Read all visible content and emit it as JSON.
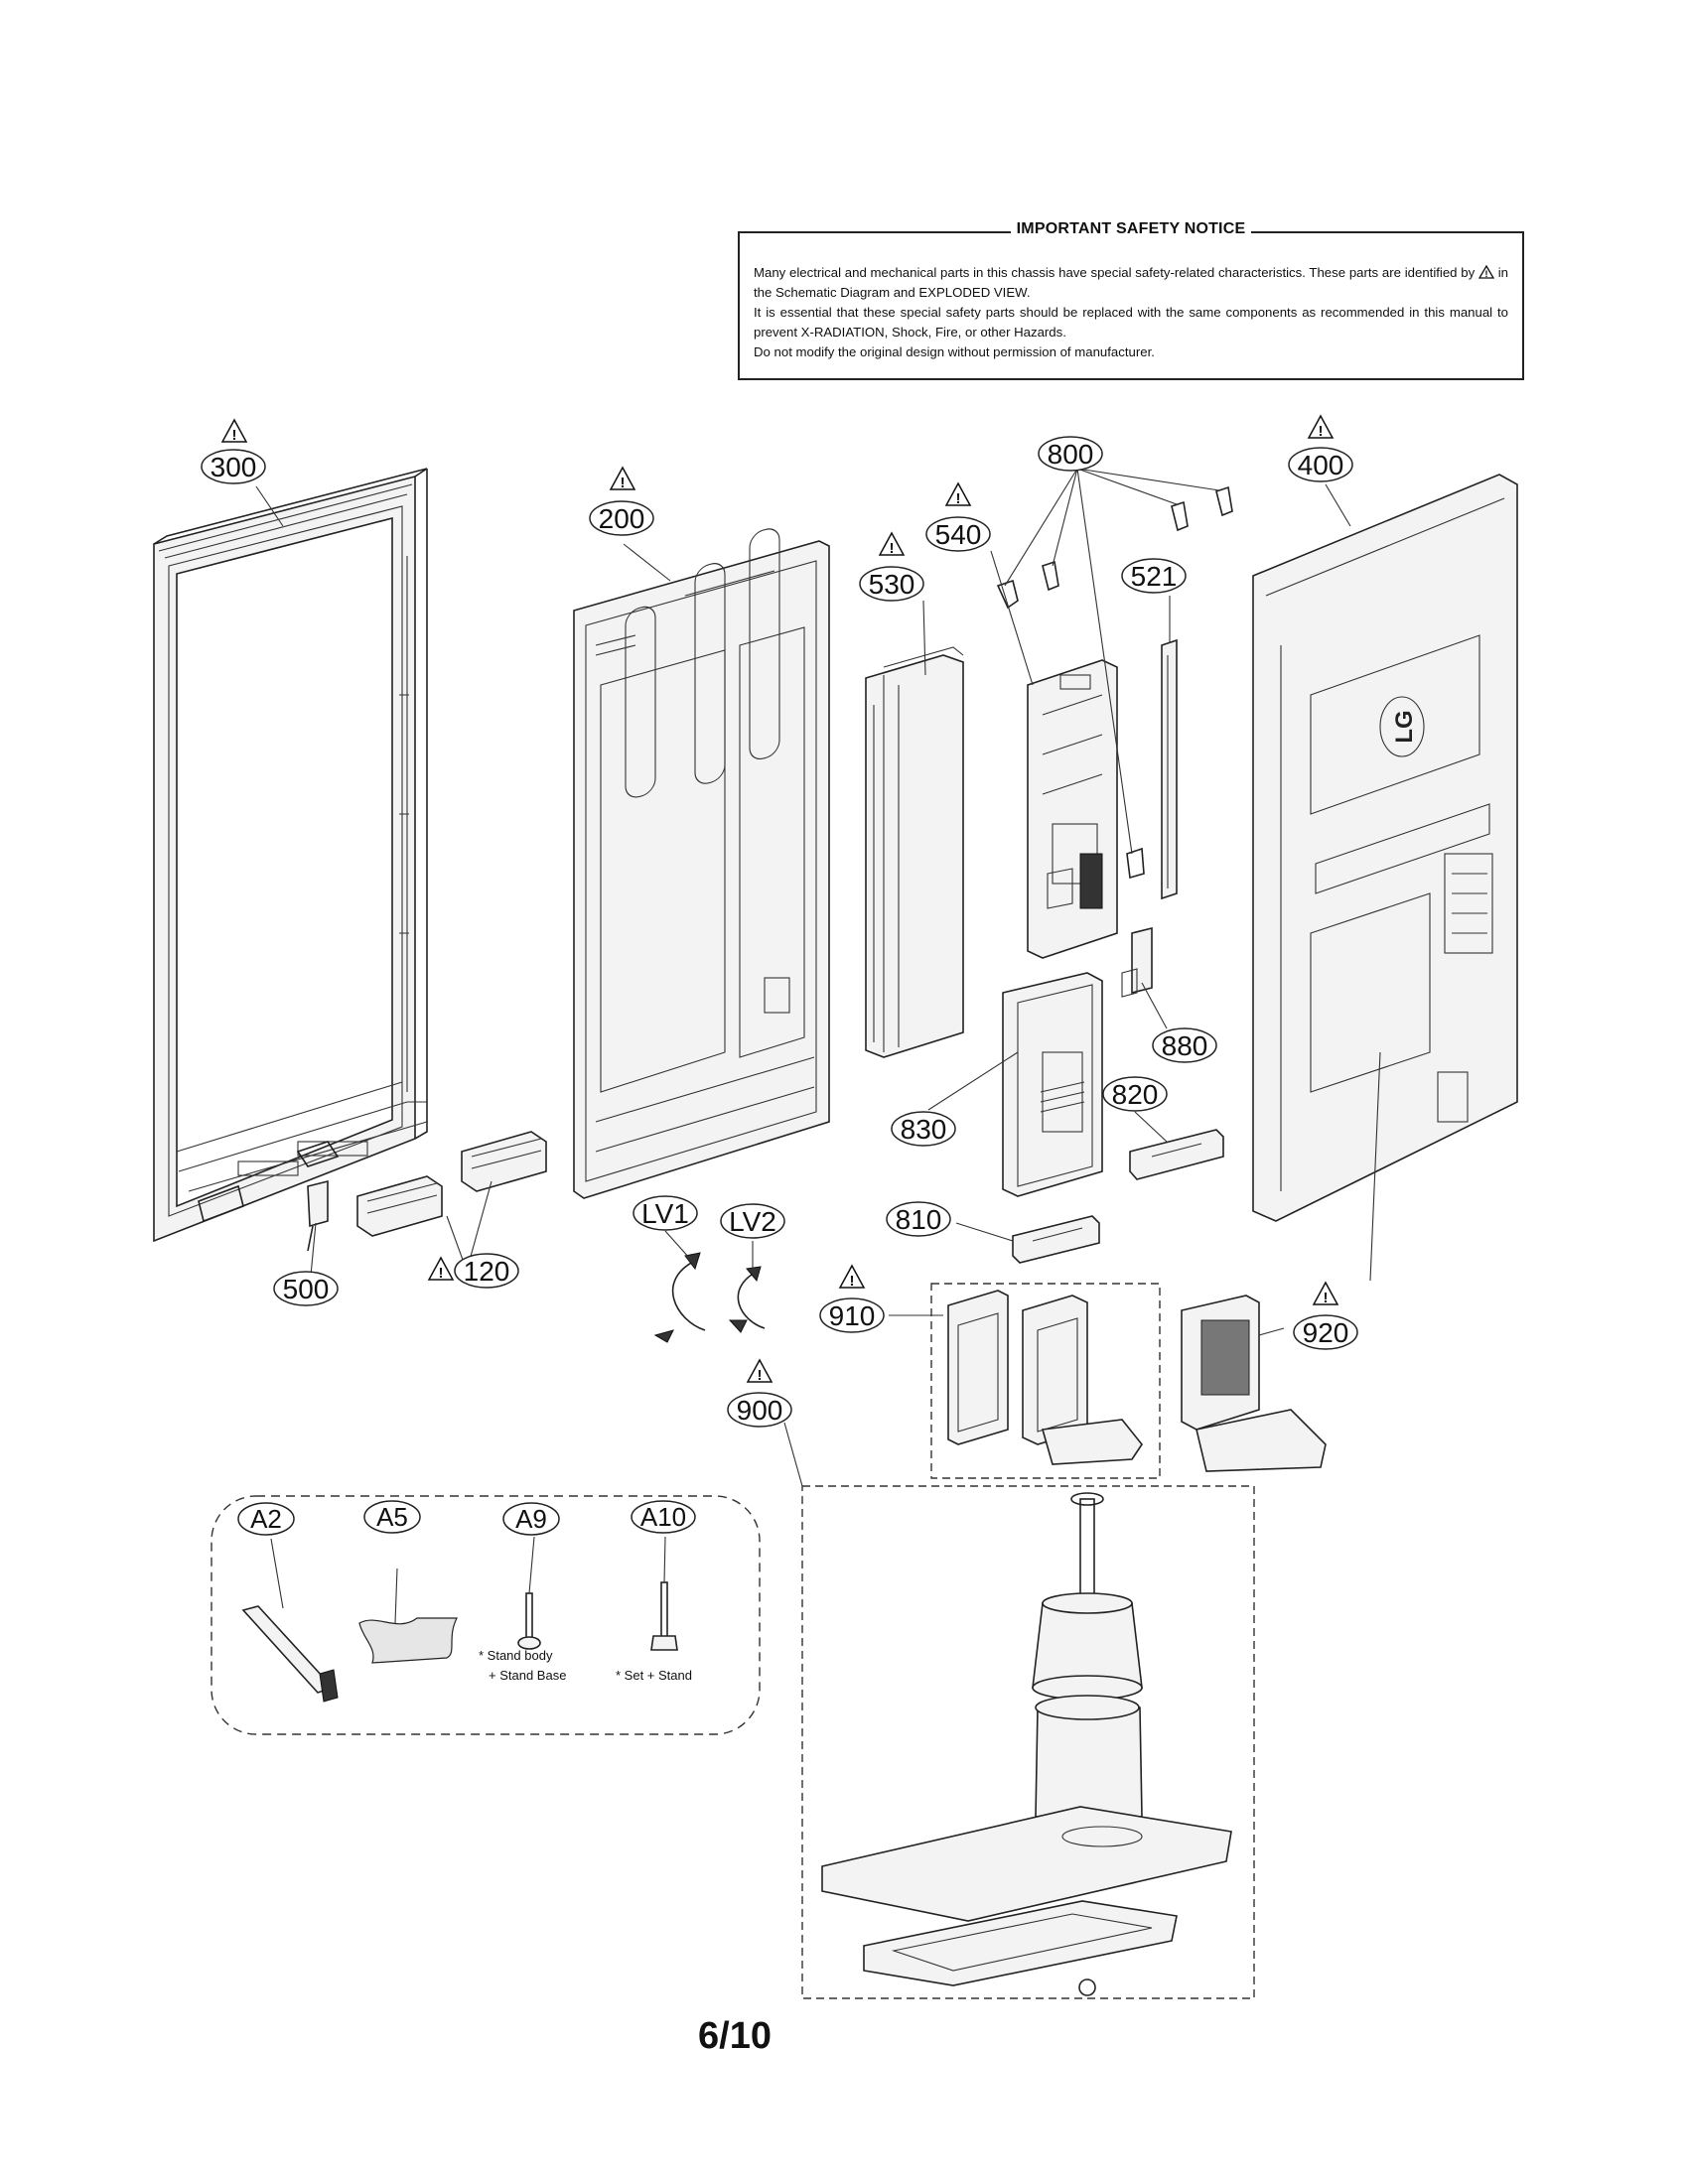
{
  "safety_notice": {
    "title": "IMPORTANT SAFETY NOTICE",
    "lines": [
      "Many electrical and mechanical parts in this chassis have special safety-related characteristics. These parts are identified by",
      "in the Schematic Diagram and EXPLODED VIEW.",
      "It is essential that these special safety parts should be replaced with the same components as recommended in this manual to prevent X-RADIATION, Shock, Fire, or other Hazards.",
      "Do not modify the original design without permission of manufacturer."
    ],
    "warning_symbol": "warning-triangle-icon"
  },
  "parts": [
    {
      "id": "300",
      "label": "300",
      "safety": true
    },
    {
      "id": "200",
      "label": "200",
      "safety": true
    },
    {
      "id": "530",
      "label": "530",
      "safety": true
    },
    {
      "id": "540",
      "label": "540",
      "safety": true
    },
    {
      "id": "800",
      "label": "800",
      "safety": false
    },
    {
      "id": "521",
      "label": "521",
      "safety": false
    },
    {
      "id": "400",
      "label": "400",
      "safety": true
    },
    {
      "id": "880",
      "label": "880",
      "safety": false
    },
    {
      "id": "820",
      "label": "820",
      "safety": false
    },
    {
      "id": "830",
      "label": "830",
      "safety": false
    },
    {
      "id": "810",
      "label": "810",
      "safety": false
    },
    {
      "id": "500",
      "label": "500",
      "safety": false
    },
    {
      "id": "120",
      "label": "120",
      "safety": true
    },
    {
      "id": "LV1",
      "label": "LV1",
      "safety": false
    },
    {
      "id": "LV2",
      "label": "LV2",
      "safety": false
    },
    {
      "id": "910",
      "label": "910",
      "safety": true
    },
    {
      "id": "920",
      "label": "920",
      "safety": true
    },
    {
      "id": "900",
      "label": "900",
      "safety": true
    }
  ],
  "accessories": [
    {
      "id": "A2",
      "label": "A2",
      "note": ""
    },
    {
      "id": "A5",
      "label": "A5",
      "note": ""
    },
    {
      "id": "A9",
      "label": "A9",
      "note_lines": [
        "* Stand body",
        "+ Stand Base"
      ]
    },
    {
      "id": "A10",
      "label": "A10",
      "note_lines": [
        "* Set + Stand"
      ]
    }
  ],
  "back_cover_logo": "LG",
  "page_number": "6/10"
}
